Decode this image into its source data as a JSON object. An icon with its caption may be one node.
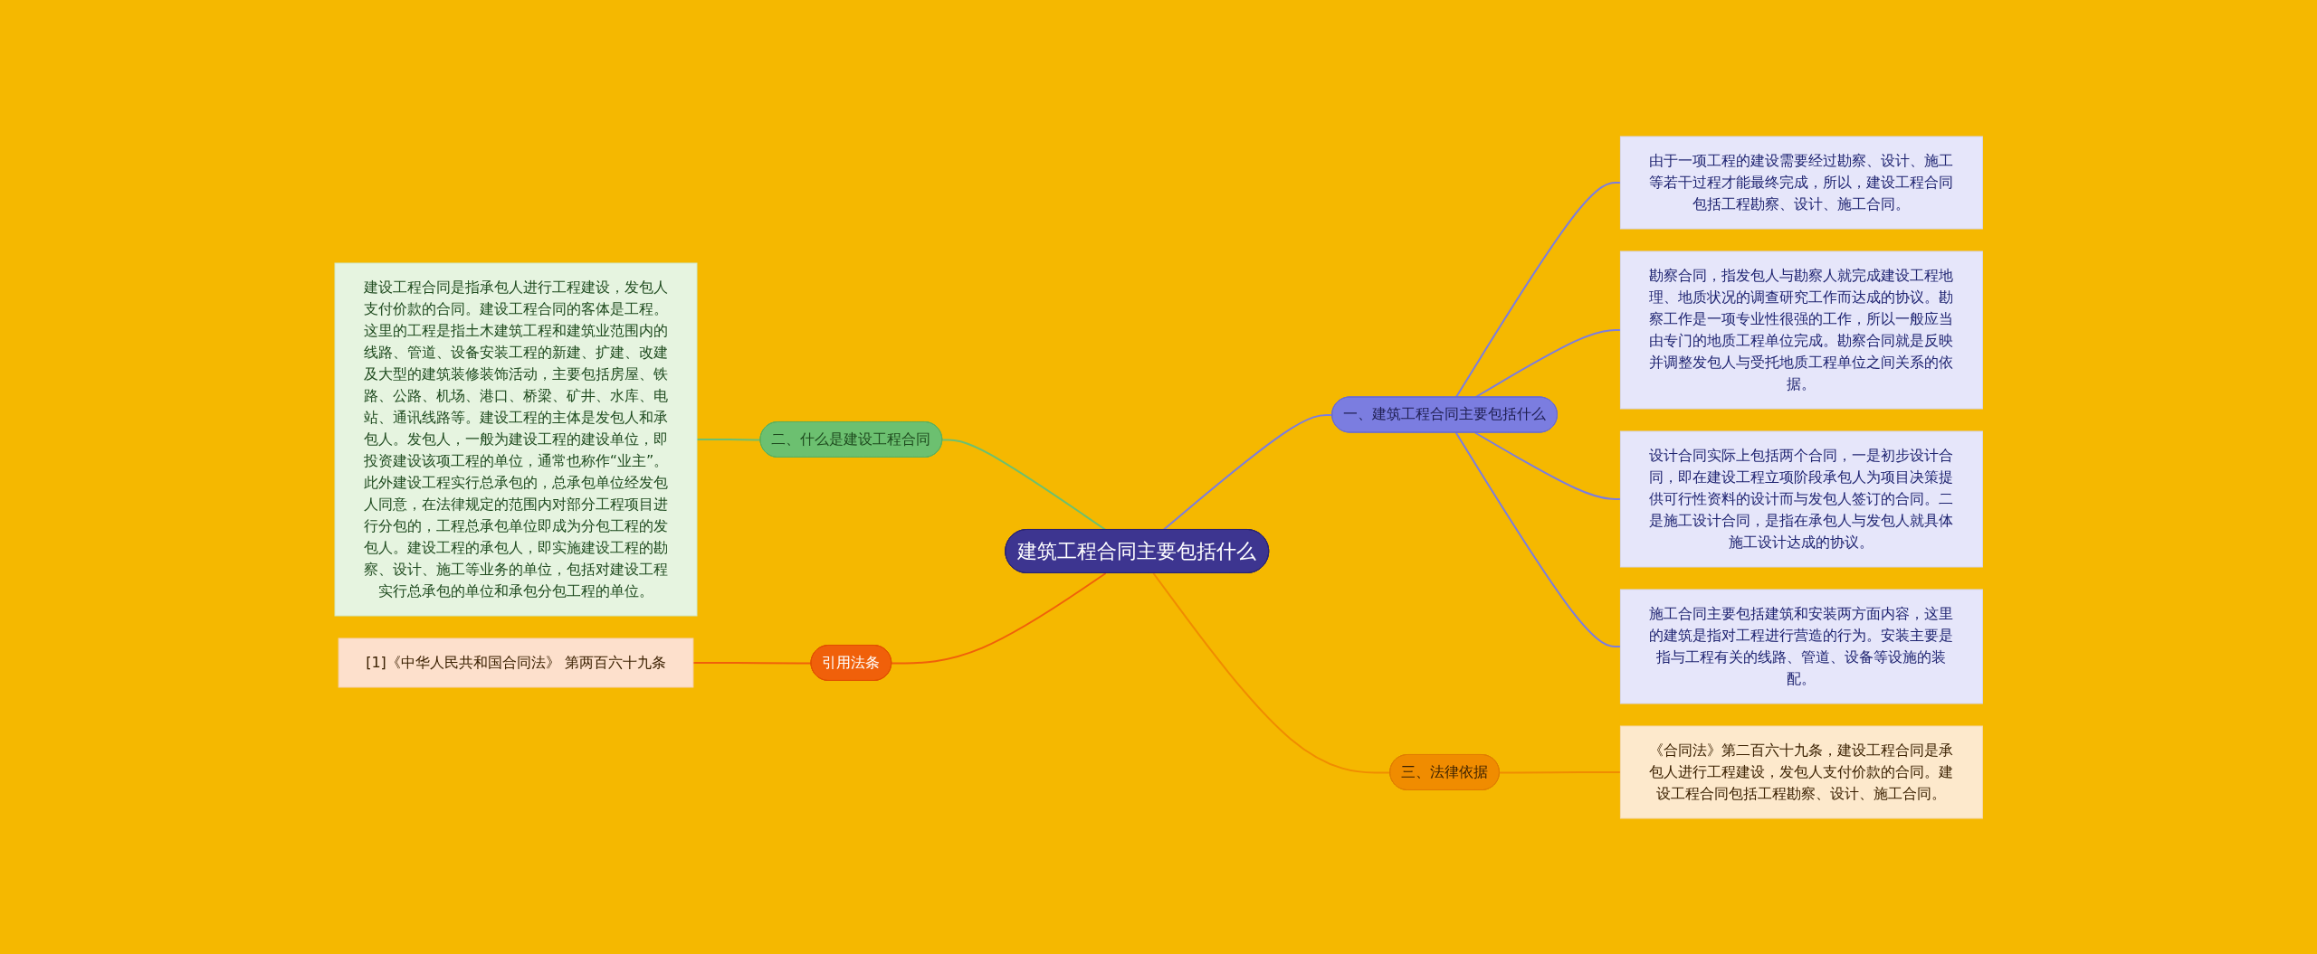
{
  "diagram": {
    "nodes": [
      {
        "text": [
          "建筑工程合同主要包括什么"
        ]
      },
      {
        "text": [
          "一、建筑工程合同主要包括什么"
        ]
      },
      {
        "text": [
          "由于一项工程的建设需要经过勘察、设计、施工等若干过程才能最终完成，所以，建设工程合同包括工程勘察、设计、施工合同。"
        ]
      },
      {
        "text": [
          "勘察合同，指发包人与勘察人就完成建设工程地理、地质状况的调查研究工作而达成的协议。勘察工作是一项专业性很强的工作，所以一般应当由专门的地质工程单位完成。勘察合同就是反映并调整发包人与受托地质工程单位之间关系的依据。"
        ]
      },
      {
        "text": [
          "设计合同实际上包括两个合同，一是初步设计合同，即在建设工程立项阶段承包人为项目决策提供可行性资料的设计而与发包人签订的合同。二是施工设计合同，是指在承包人与发包人就具体施工设计达成的协议。"
        ]
      },
      {
        "text": [
          "施工合同主要包括建筑和安装两方面内容，这里的建筑是指对工程进行营造的行为。安装主要是指与工程有关的线路、管道、设备等设施的装配。"
        ]
      },
      {
        "text": [
          "二、什么是建设工程合同"
        ]
      },
      {
        "text": [
          "建设工程合同是指承包人进行工程建设，发包人支付价款的合同。建设工程合同的客体是工程。这里的工程是指土木建筑工程和建筑业范围内的线路、管道、设备安装工程的新建、扩建、改建及大型的建筑装修装饰活动，主要包括房屋、铁路、公路、机场、港口、桥梁、矿井、水库、电站、通讯线路等。建设工程的主体是发包人和承包人。发包人，一般为建设工程的建设单位，即投资建设该项工程的单位，通常也称作“业主”。此外建设工程实行总承包的，总承包单位经发包人同意，在法律规定的范围内对部分工程项目进行分包的，工程总承包单位即成为分包工程的发包人。建设工程的承包人，即实施建设工程的勘察、设计、施工等业务的单位，包括对建设工程实行总承包的单位和承包分包工程的单位。"
        ]
      },
      {
        "text": [
          "三、法律依据"
        ]
      },
      {
        "text": [
          "《合同法》第二百六十九条，建设工程合同是承包人进行工程建设，发包人支付价款的合同。建设工程合同包括工程勘察、设计、施工合同。"
        ]
      },
      {
        "text": [
          "引用法条"
        ]
      },
      {
        "text": [
          "[1]《中华人民共和国合同法》 第两百六十九条"
        ]
      }
    ],
    "edges": [
      {
        "from": 0,
        "to": 1,
        "arrow": "none",
        "color": "#7b7de0"
      },
      {
        "from": 1,
        "to": 2,
        "arrow": "none",
        "color": "#7b7de0"
      },
      {
        "from": 1,
        "to": 3,
        "arrow": "none",
        "color": "#7b7de0"
      },
      {
        "from": 1,
        "to": 4,
        "arrow": "none",
        "color": "#7b7de0"
      },
      {
        "from": 1,
        "to": 5,
        "arrow": "none",
        "color": "#7b7de0"
      },
      {
        "from": 0,
        "to": 6,
        "arrow": "none",
        "color": "#6cc070"
      },
      {
        "from": 6,
        "to": 7,
        "arrow": "none",
        "color": "#6cc070"
      },
      {
        "from": 0,
        "to": 8,
        "arrow": "none",
        "color": "#f08c00"
      },
      {
        "from": 8,
        "to": 9,
        "arrow": "none",
        "color": "#f08c00"
      },
      {
        "from": 0,
        "to": 10,
        "arrow": "none",
        "color": "#f0600a"
      },
      {
        "from": 10,
        "to": 11,
        "arrow": "none",
        "color": "#f0600a"
      }
    ]
  }
}
